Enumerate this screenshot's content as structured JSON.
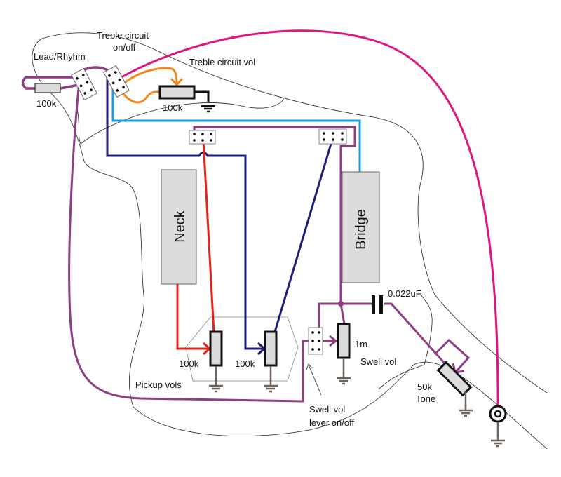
{
  "labels": {
    "lead_rhythm": "Lead/Rhyhm",
    "lead_resistor": "100k",
    "treble_switch_line1": "Treble circuit",
    "treble_switch_line2": "on/off",
    "treble_vol": "Treble circuit vol",
    "treble_pot": "100k",
    "neck": "Neck",
    "bridge": "Bridge",
    "capacitor": "0.022uF",
    "neck_pot": "100k",
    "bridge_pot": "100k",
    "pickup_vols": "Pickup vols",
    "swell_pot": "1m",
    "swell_vol": "Swell vol",
    "swell_lever_line1": "Swell vol",
    "swell_lever_line2": "lever on/off",
    "tone_pot": "50k",
    "tone": "Tone"
  },
  "colors": {
    "purple_wire": "#8e3f7f",
    "magenta_wire": "#e0167f",
    "light_blue_wire": "#1d9de0",
    "navy_wire": "#1f1d78",
    "red_wire": "#e4241b",
    "orange_wire": "#f0891d",
    "ground": "#6e625c",
    "component_fill": "#dcdcdc"
  }
}
